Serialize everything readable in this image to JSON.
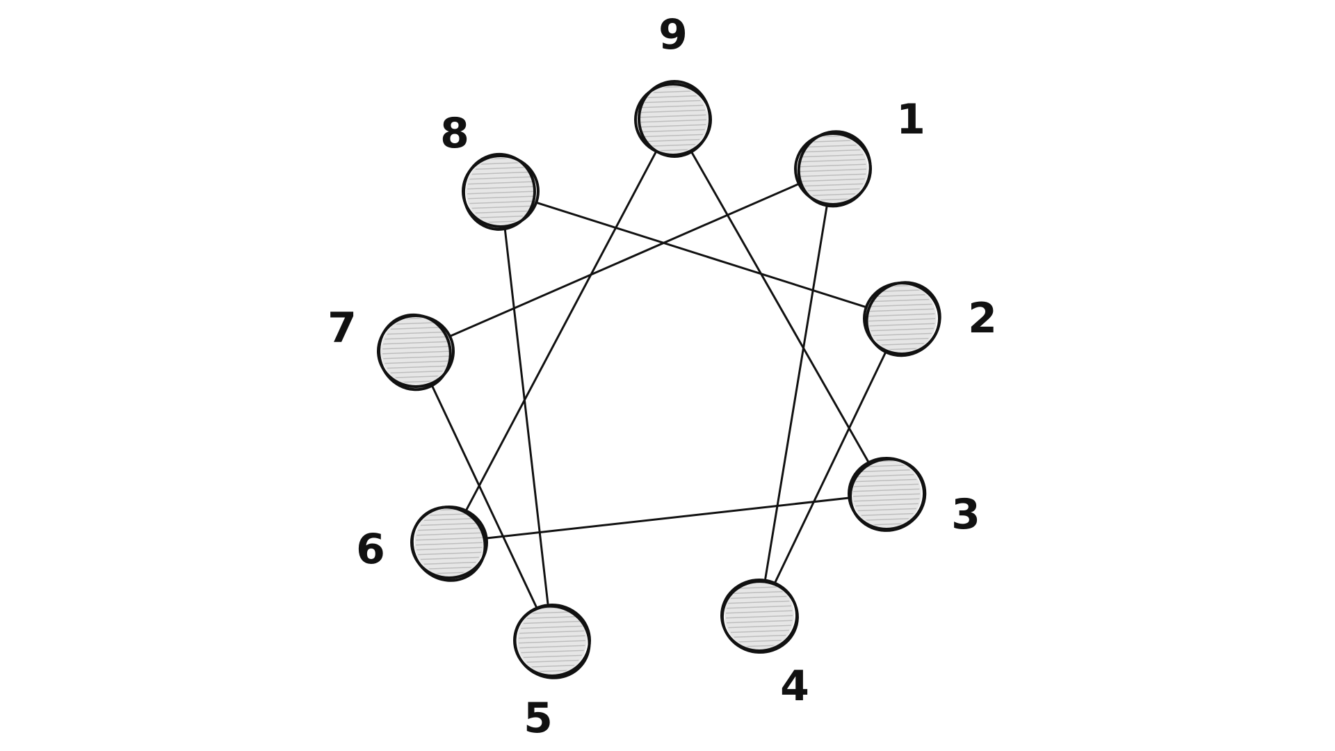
{
  "diagram": {
    "nodes": [
      {
        "id": "9",
        "label": "9"
      },
      {
        "id": "1",
        "label": "1"
      },
      {
        "id": "2",
        "label": "2"
      },
      {
        "id": "3",
        "label": "3"
      },
      {
        "id": "4",
        "label": "4"
      },
      {
        "id": "5",
        "label": "5"
      },
      {
        "id": "6",
        "label": "6"
      },
      {
        "id": "7",
        "label": "7"
      },
      {
        "id": "8",
        "label": "8"
      }
    ],
    "edges": [
      {
        "from": "1",
        "to": "4"
      },
      {
        "from": "4",
        "to": "2"
      },
      {
        "from": "2",
        "to": "8"
      },
      {
        "from": "8",
        "to": "5"
      },
      {
        "from": "5",
        "to": "7"
      },
      {
        "from": "7",
        "to": "1"
      },
      {
        "from": "3",
        "to": "6"
      },
      {
        "from": "6",
        "to": "9"
      },
      {
        "from": "9",
        "to": "3"
      }
    ],
    "colors": {
      "stroke": "#111111",
      "node_fill": "#e6e6e6",
      "hatch": "#bdbdbd",
      "background": "#ffffff"
    }
  }
}
